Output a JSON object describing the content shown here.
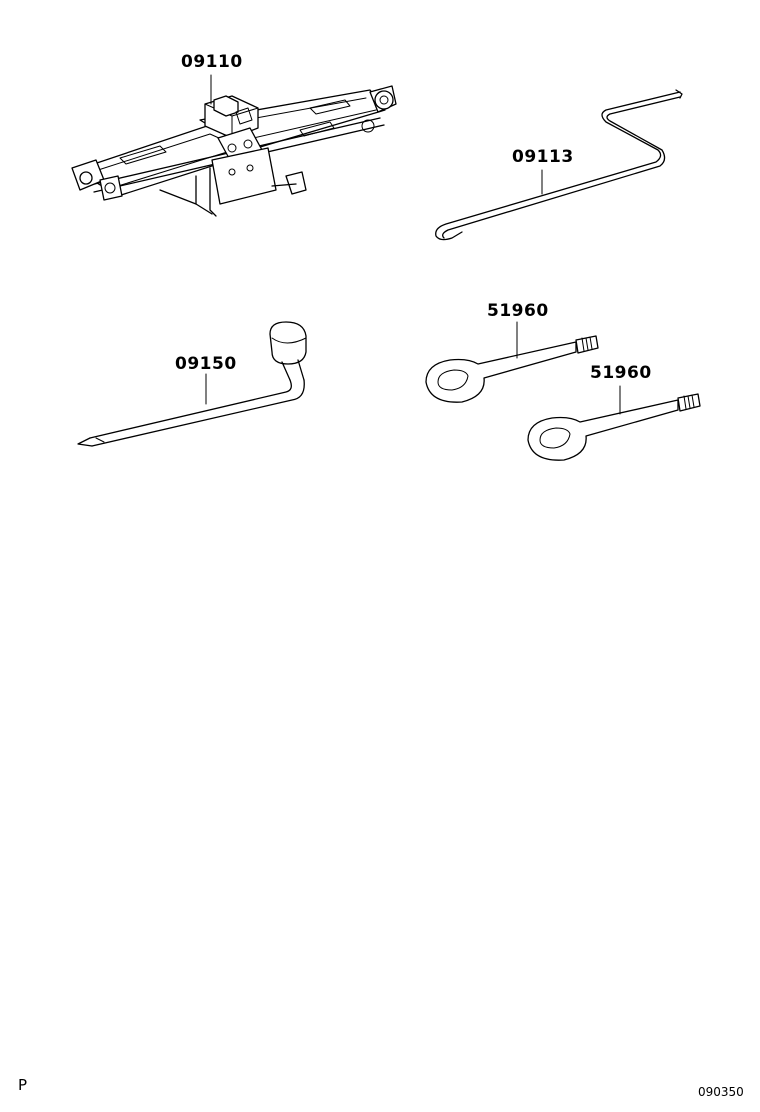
{
  "parts": {
    "jack": {
      "part_number": "09110",
      "icon": "scissor-jack-icon"
    },
    "jack_handle": {
      "part_number": "09113",
      "icon": "jack-handle-icon"
    },
    "lug_wrench": {
      "part_number": "09150",
      "icon": "lug-wrench-icon"
    },
    "towing_eye_1": {
      "part_number": "51960",
      "icon": "towing-eye-icon"
    },
    "towing_eye_2": {
      "part_number": "51960",
      "icon": "towing-eye-icon"
    }
  },
  "footer": {
    "left_mark": "P",
    "illustration_code": "090350"
  }
}
